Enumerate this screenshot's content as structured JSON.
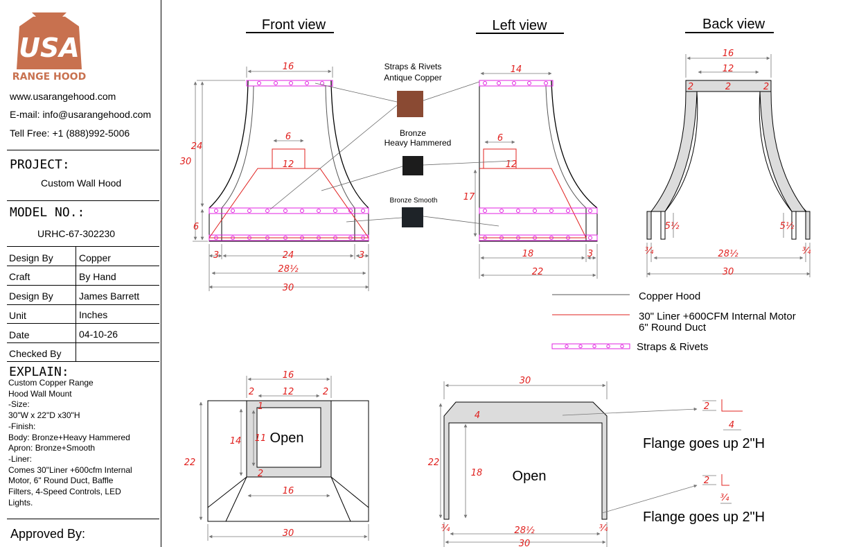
{
  "logo": {
    "mark": "USA",
    "text": "RANGE HOOD",
    "color": "#c8714f"
  },
  "contact": {
    "website": "www.usarangehood.com",
    "email": "E-mail: info@usarangehood.com",
    "phone": "Tell Free: +1 (888)992-5006"
  },
  "project": {
    "label": "PROJECT:",
    "value": "Custom Wall Hood"
  },
  "model": {
    "label": "MODEL NO.:",
    "value": "URHC-67-302230"
  },
  "info_rows": [
    {
      "key": "Design By",
      "value": "Copper"
    },
    {
      "key": "Craft",
      "value": "By Hand"
    },
    {
      "key": "Design By",
      "value": "James Barrett"
    },
    {
      "key": "Unit",
      "value": "Inches"
    },
    {
      "key": "Date",
      "value": "04-10-26"
    },
    {
      "key": "Checked By",
      "value": ""
    }
  ],
  "explain": {
    "label": "EXPLAIN:",
    "lines": [
      "Custom Copper Range",
      "Hood Wall Mount",
      "-Size:",
      "30\"W x 22\"D x30\"H",
      "-Finish:",
      "Body: Bronze+Heavy Hammered",
      "Apron: Bronze+Smooth",
      "-Liner:",
      "Comes 30\"Liner +600cfm Internal",
      "Motor, 6\" Round Duct, Baffle",
      "Filters, 4-Speed Controls, LED",
      "Lights."
    ]
  },
  "approved": "Approved By:",
  "views": {
    "front": "Front view",
    "left": "Left view",
    "back": "Back view"
  },
  "materials": [
    {
      "name": "Straps & Rivets\nAntique Copper",
      "color": "#8a4a33"
    },
    {
      "name": "Bronze\nHeavy Hammered",
      "color": "#1c1c1c"
    },
    {
      "name": "Bronze Smooth",
      "color": "#1e2328"
    }
  ],
  "legend": [
    {
      "label": "Copper Hood",
      "color": "#555555"
    },
    {
      "label": "30\" Liner +600CFM Internal  Motor\n6\" Round Duct",
      "color": "#e0201e"
    },
    {
      "label": "Straps & Rivets",
      "color": "#e020e0"
    }
  ],
  "open_labels": {
    "top": "Open",
    "side": "Open"
  },
  "flange": "Flange goes up 2\"H",
  "dims": {
    "front": [
      "16",
      "24",
      "30",
      "6",
      "6",
      "12",
      "3",
      "24",
      "3",
      "28½",
      "30"
    ],
    "left": [
      "14",
      "6",
      "12",
      "17",
      "18",
      "3",
      "22"
    ],
    "back": [
      "16",
      "12",
      "2",
      "2",
      "2",
      "5½",
      "5½",
      "¾",
      "28½",
      "¾",
      "30"
    ],
    "top": [
      "16",
      "2",
      "12",
      "2",
      "22",
      "14",
      "11",
      "1",
      "2",
      "16",
      "30"
    ],
    "side": [
      "30",
      "4",
      "22",
      "18",
      "¾",
      "28½",
      "¾",
      "30"
    ],
    "flange1": [
      "2",
      "4"
    ],
    "flange2": [
      "2",
      "¾"
    ]
  },
  "colors": {
    "strap": "#e020e0",
    "liner": "#e0201e",
    "dim": "#e0201e",
    "panel": "#dcdcdc"
  }
}
